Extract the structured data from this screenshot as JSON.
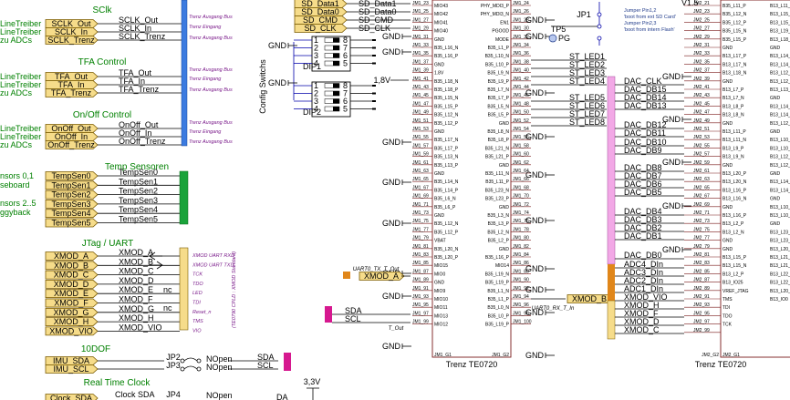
{
  "sclk": {
    "title": "SClk",
    "left": [
      "LineTreiber",
      "LineTreiber",
      "zu ADCs"
    ],
    "flags": [
      "SCLK_Out",
      "SCLK_In",
      "SCLK_Trenz"
    ],
    "nets": [
      "SCLK_Out",
      "SCLK_In",
      "SCLK_Trenz"
    ]
  },
  "tfa": {
    "title": "TFA Control",
    "left": [
      "LineTreiber",
      "LineTreiber",
      "zu ADCs"
    ],
    "flags": [
      "TFA_Out",
      "TFA_In",
      "TFA_Trenz"
    ],
    "nets": [
      "TFA_Out",
      "TFA_In",
      "TFA_Trenz"
    ]
  },
  "onoff": {
    "title": "On/Off Control",
    "left": [
      "LineTreiber",
      "LineTreiber",
      "zu ADCs"
    ],
    "flags": [
      "OnOff_Out",
      "OnOff_In",
      "OnOff_Trenz"
    ],
    "nets": [
      "OnOff_Out",
      "OnOff_In",
      "OnOff_Trenz"
    ]
  },
  "bus_notes": [
    "Trenz Ausgang Bus",
    "Trenz Eingang",
    "Trenz Ausgang Bus"
  ],
  "temp": {
    "title": "Temp Sensoren",
    "left": [
      "nsors 0,1",
      "seboard",
      "nsors 2..5",
      "ggyback"
    ],
    "flags": [
      "TempSen0",
      "TempSen1",
      "TempSen2",
      "TempSen3",
      "TempSen4",
      "TempSen5"
    ],
    "nets": [
      "TempSen0",
      "TempSen1",
      "TempSen2",
      "TempSen3",
      "TempSen4",
      "TempSen5"
    ]
  },
  "jtag": {
    "title": "JTag / UART",
    "flags": [
      "XMOD_A",
      "XMOD_B",
      "XMOD_C",
      "XMOD_D",
      "XMOD_E",
      "XMOD_F",
      "XMOD_G",
      "XMOD_H",
      "XMOD_VIO"
    ],
    "nets": [
      "XMOD_A",
      "XMOD_B",
      "XMOD_C",
      "XMOD_D",
      "XMOD_E",
      "XMOD_F",
      "XMOD_G",
      "XMOD_H",
      "XMOD_VIO"
    ],
    "nc": "nc",
    "notes": [
      "XMOD UART RXD",
      "XMOD UART TXD",
      "TCK",
      "TDO",
      "LED",
      "TDI",
      "Reset_n",
      "TMS",
      "VIO"
    ],
    "vertical": "(TE0790 CPLD : XMOD Standard)"
  },
  "tendof": {
    "title": "10DOF",
    "flags": [
      "IMU_SDA",
      "IMU_SCL"
    ],
    "jp": [
      "JP2",
      "JP3"
    ],
    "nopen": [
      "NOpen",
      "NOpen"
    ],
    "nets": [
      "SDA",
      "SCL"
    ]
  },
  "rtc": {
    "title": "Real Time Clock",
    "flag": "Clock_SDA",
    "net": "Clock SDA",
    "jp": "JP4",
    "nopen": "NOpen",
    "net2": "DA"
  },
  "sd": {
    "nets": [
      "SD_Data1",
      "SD_Data0",
      "SD_CMD",
      "SD_CLK"
    ],
    "labels": [
      "SD_Data1",
      "SD_Data0",
      "SD_CMD",
      "SD_CLK"
    ]
  },
  "gnd": "GND",
  "v18": "1,8V",
  "v33": "3,3V",
  "config": "Config Switchs",
  "dip1": "DIP1",
  "dip2": "DIP2",
  "dip_left": [
    "1",
    "2",
    "3",
    "4"
  ],
  "dip_right": [
    "8",
    "7",
    "6",
    "5"
  ],
  "jp1": {
    "name": "JP1",
    "tp": "TP5",
    "pg": "PG",
    "notes": [
      "Jumper Pin1,2",
      "'boot from ext SD Card'",
      "Jumper Pin2,3",
      "'boot from intern Flash'"
    ],
    "v": "V1.5"
  },
  "st_leds": [
    "ST_LED1",
    "ST_LED2",
    "ST_LED3",
    "ST_LED4",
    "ST_LED5",
    "ST_LED6",
    "ST_LED7",
    "ST_LED8"
  ],
  "chip1": {
    "name": "Trenz TE0720",
    "left_pins": [
      "JM1_23",
      "JM1_25",
      "JM1_27",
      "JM1_29",
      "JM1_31",
      "JM1_33",
      "JM1_35",
      "JM1_37",
      "JM1_39",
      "JM1_41",
      "JM1_43",
      "JM1_45",
      "JM1_47",
      "JM1_49",
      "JM1_51",
      "JM1_53",
      "JM1_55",
      "JM1_57",
      "JM1_59",
      "JM1_61",
      "JM1_63",
      "JM1_65",
      "JM1_67",
      "JM1_69",
      "JM1_71",
      "JM1_73",
      "JM1_75",
      "JM1_77",
      "JM1_79",
      "JM1_81",
      "JM1_83",
      "JM1_85",
      "JM1_87",
      "JM1_89",
      "JM1_91",
      "JM1_93",
      "JM1_95",
      "JM1_97",
      "JM1_99"
    ],
    "inner_left": [
      "MIO43",
      "MIO42",
      "MIO41",
      "MIO40",
      "GND",
      "B35_L16_N",
      "B35_L16_P",
      "GND",
      "1.8V",
      "B35_L18_N",
      "B35_L18_P",
      "B35_L15_N",
      "B35_L15_P",
      "B35_L12_N",
      "B35_L12_P",
      "GND",
      "B35_L17_N",
      "B35_L17_P",
      "B35_L13_N",
      "B35_L13_P",
      "GND",
      "B35_L14_N",
      "B35_L14_P",
      "B35_L6_N",
      "B35_L6_P",
      "GND",
      "B35_L12_N",
      "B35_L12_P",
      "VBAT",
      "B35_L20_N",
      "B35_L20_P",
      "MIO15",
      "MIO0",
      "GND",
      "MIO9",
      "MIO10",
      "MIO11",
      "MIO13",
      "MIO12"
    ],
    "inner_right": [
      "PHY_MDI3_P",
      "PHY_MDI3_N",
      "EN1",
      "PGOOD",
      "MODE",
      "B35_L1_P",
      "B35_L10_N",
      "B35_L10_P",
      "B35_L9_N",
      "B35_L9_P",
      "B35_L7_N",
      "B35_L7_P",
      "B35_L5_N",
      "B35_L5_P",
      "GND",
      "B35_L8_N",
      "B35_L8_P",
      "B35_L21_N",
      "B35_L21_P",
      "GND",
      "B35_L11_N",
      "B35_L11_P",
      "B35_L23_N",
      "B35_L23_P",
      "GND",
      "B35_L3_N",
      "B35_L3_P",
      "B35_L2_N",
      "B35_L2_P",
      "GND",
      "B35_L16_P",
      "MIO14",
      "B35_L19_N",
      "B35_L19_P",
      "B35_L1_N",
      "B35_L1_P",
      "B35_L0_N",
      "B35_L0_P",
      "B35_L19_P"
    ],
    "right_pins": [
      "JM1_24",
      "JM1_26",
      "JM1_28",
      "JM1_30",
      "JM1_32",
      "JM1_34",
      "JM1_36",
      "JM1_38",
      "JM1_40",
      "JM1_42",
      "JM1_44",
      "JM1_46",
      "JM1_48",
      "JM1_50",
      "JM1_52",
      "JM1_54",
      "JM1_56",
      "JM1_58",
      "JM1_60",
      "JM1_62",
      "JM1_64",
      "JM1_66",
      "JM1_68",
      "JM1_70",
      "JM1_72",
      "JM1_74",
      "JM1_76",
      "JM1_78",
      "JM1_80",
      "JM1_82",
      "JM1_84",
      "JM1_86",
      "JM1_88",
      "JM1_90",
      "JM1_92",
      "JM1_94",
      "JM1_96",
      "JM1_98",
      "JM1_100"
    ],
    "bottom": [
      "JM1_G1",
      "JM1_G2"
    ]
  },
  "chip2": {
    "name": "Trenz TE0720",
    "left_pins": [
      "JM2_21",
      "JM2_23",
      "JM2_25",
      "JM2_27",
      "JM2_29",
      "JM2_31",
      "JM2_33",
      "JM2_35",
      "JM2_37",
      "JM2_39",
      "JM2_41",
      "JM2_43",
      "JM2_45",
      "JM2_47",
      "JM2_49",
      "JM2_51",
      "JM2_53",
      "JM2_55",
      "JM2_57",
      "JM2_59",
      "JM2_61",
      "JM2_63",
      "JM2_65",
      "JM2_67",
      "JM2_69",
      "JM2_71",
      "JM2_73",
      "JM2_75",
      "JM2_77",
      "JM2_79",
      "JM2_81",
      "JM2_83",
      "JM2_85",
      "JM2_87",
      "JM2_89",
      "JM2_91",
      "JM2_93",
      "JM2_95",
      "JM2_97",
      "JM2_99"
    ],
    "inner": [
      "B35_L11_P",
      "B35_L12_N",
      "B35_L12_P",
      "B35_L15_N",
      "B35_L15_P",
      "GND",
      "B13_L17_P",
      "B13_L17_N",
      "B13_L18_N",
      "GND",
      "B13_L7_P",
      "B13_L7_N",
      "B13_L8_P",
      "B13_L8_N",
      "GND",
      "B13_L11_P",
      "B13_L11_N",
      "B13_L9_P",
      "B13_L9_N",
      "GND",
      "B13_L20_P",
      "B13_L20_N",
      "B13_L16_P",
      "B13_L16_N",
      "GND",
      "B13_L16_P",
      "B13_L2_P",
      "B13_L2_N",
      "GND",
      "GND",
      "B13_L15_P",
      "B13_L15_N",
      "B13_L2_P",
      "B13_IO25",
      "VREF_JTAG",
      "TMS",
      "TDI",
      "TDO",
      "TCK"
    ],
    "right_inner": [
      "B13_L11_",
      "B13_L15_N",
      "B13_L15_P",
      "B13_L19_P",
      "B13_L18_P",
      "GND",
      "B13_L14_P",
      "B13_L14_N",
      "B13_L12_N",
      "B13_L12_P",
      "B13_L13_N",
      "GND",
      "B13_L14_P",
      "B13_L14_N",
      "B13_L12_N",
      "GND",
      "B13_L10_P",
      "B13_L10_N",
      "B13_L12_N",
      "B13_L12_P",
      "GND",
      "B13_L14_N",
      "B13_L14_P",
      "GND",
      "B13_L10_P",
      "B13_L10_N",
      "GND",
      "B13_L23_P",
      "B13_L23_N",
      "B13_L20_P",
      "B13_L21_P",
      "B13_L21_N",
      "B13_L22_P",
      "B13_L22_N",
      "B13_L20_",
      "B13_IO0"
    ],
    "bottom": "JM2_G1",
    "nets": [
      "DAC_CLK",
      "DAC_DB15",
      "DAC_DB14",
      "DAC_DB13",
      "DAC_DB12",
      "DAC_DB11",
      "DAC_DB10",
      "DAC_DB9",
      "DAC_DB8",
      "DAC_DB7",
      "DAC_DB6",
      "DAC_DB5",
      "DAC_DB4",
      "DAC_DB3",
      "DAC_DB2",
      "DAC_DB1",
      "DAC_DB0",
      "ADC4_DIn",
      "ADC3_DIn",
      "ADC2_DIn",
      "ADC1_DIn",
      "XMOD_VIO",
      "XMOD_H",
      "XMOD_F",
      "XMOD_D",
      "XMOD_C"
    ],
    "net_labels": [
      "DAC_CLK",
      "DAC_DB15",
      "DAC_DB14",
      "DAC_DB13",
      "DAC_DB12",
      "DAC_DB11",
      "DAC_DB10",
      "DAC_DB9",
      "DAC_DB8",
      "DAC_DB7",
      "DAC_DB6",
      "DAC_DB5",
      "DAC_DB4",
      "DAC_DB3",
      "DAC_DB2",
      "DAC_DB1",
      "DAC_DB0",
      "ADC4_DIn",
      "ADC3_DIn",
      "ADC2_DIn",
      "ADC1_DIn",
      "XMOD_VIO",
      "XMOD_H",
      "XMOD_F",
      "XMOD_D",
      "XMOD_C"
    ],
    "misc": [
      "JM2_G2",
      "Trenz TE0720"
    ]
  },
  "uart": {
    "tx": "UART0_TX_T_Out",
    "rx": "UART0_RX_T_In",
    "xa": "XMOD_A",
    "xb": "XMOD_B",
    "sda": "SDA",
    "scl": "SCL",
    "tout": "T_Out"
  },
  "colors": {
    "flag": "#f6dc8a",
    "blue_bus": "#3b7be0",
    "purple_bus": "#9b2a9b",
    "green_bus": "#1aa33a",
    "pink_bus": "#f2a8e6",
    "orange_bus": "#e0861a",
    "magenta": "#d6188f"
  }
}
